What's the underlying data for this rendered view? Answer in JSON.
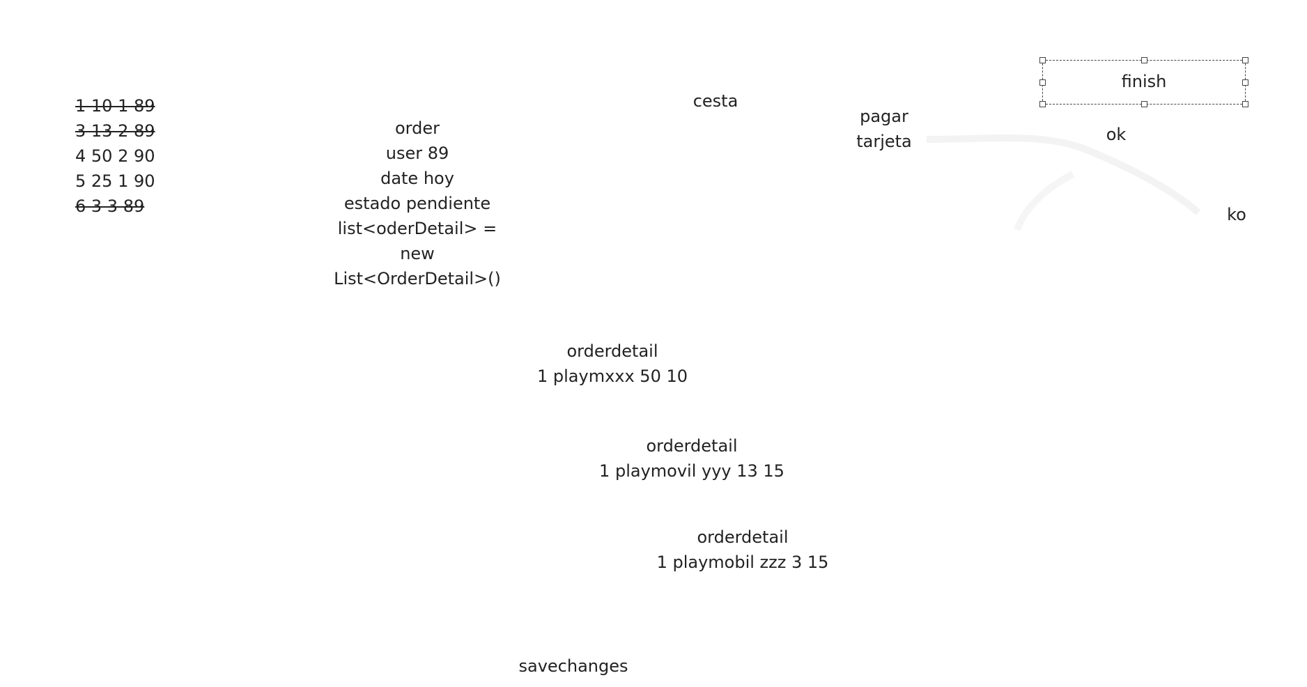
{
  "rows": [
    {
      "text": "1 10 1 89",
      "struck": true
    },
    {
      "text": "3 13 2 89",
      "struck": true
    },
    {
      "text": "4 50 2 90",
      "struck": false
    },
    {
      "text": "5 25 1 90",
      "struck": false
    },
    {
      "text": "6 3 3 89",
      "struck": true
    }
  ],
  "order": {
    "lines": [
      "order",
      "user 89",
      "date hoy",
      "estado pendiente",
      "list<oderDetail> =",
      "new",
      "List<OrderDetail>()"
    ]
  },
  "cesta": "cesta",
  "pagar": {
    "line1": "pagar",
    "line2": "tarjeta"
  },
  "finish": "finish",
  "ok": "ok",
  "ko": "ko",
  "orderdetails": [
    {
      "title": "orderdetail",
      "line": "1 playmxxx 50 10"
    },
    {
      "title": "orderdetail",
      "line": "1 playmovil yyy 13 15"
    },
    {
      "title": "orderdetail",
      "line": "1 playmobil zzz 3 15"
    }
  ],
  "savechanges": "savechanges",
  "colors": {
    "text": "#222222",
    "background": "#ffffff",
    "faint_curve": "#f2f2f2"
  }
}
